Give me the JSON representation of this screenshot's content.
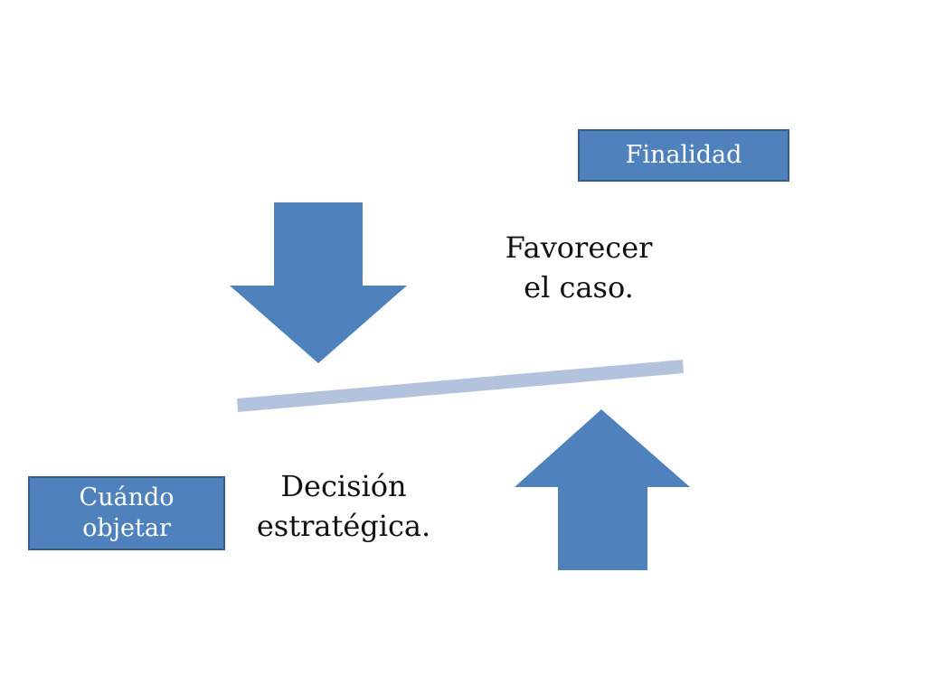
{
  "slide": {
    "boxes": {
      "finalidad": "Finalidad",
      "cuando_line1": "Cuándo",
      "cuando_line2": "objetar"
    },
    "captions": {
      "favorecer_line1": "Favorecer",
      "favorecer_line2": "el caso.",
      "decision_line1": "Decisión",
      "decision_line2": "estratégica."
    },
    "colors": {
      "arrow_fill": "#4f81bd",
      "box_fill": "#4f81bd",
      "box_border": "#385d8a",
      "bar_fill": "#b3c3de",
      "text": "#111111",
      "box_text": "#ffffff"
    },
    "icons": {
      "down_arrow": "down-arrow-icon",
      "up_arrow": "up-arrow-icon",
      "balance_bar": "balance-bar"
    }
  }
}
